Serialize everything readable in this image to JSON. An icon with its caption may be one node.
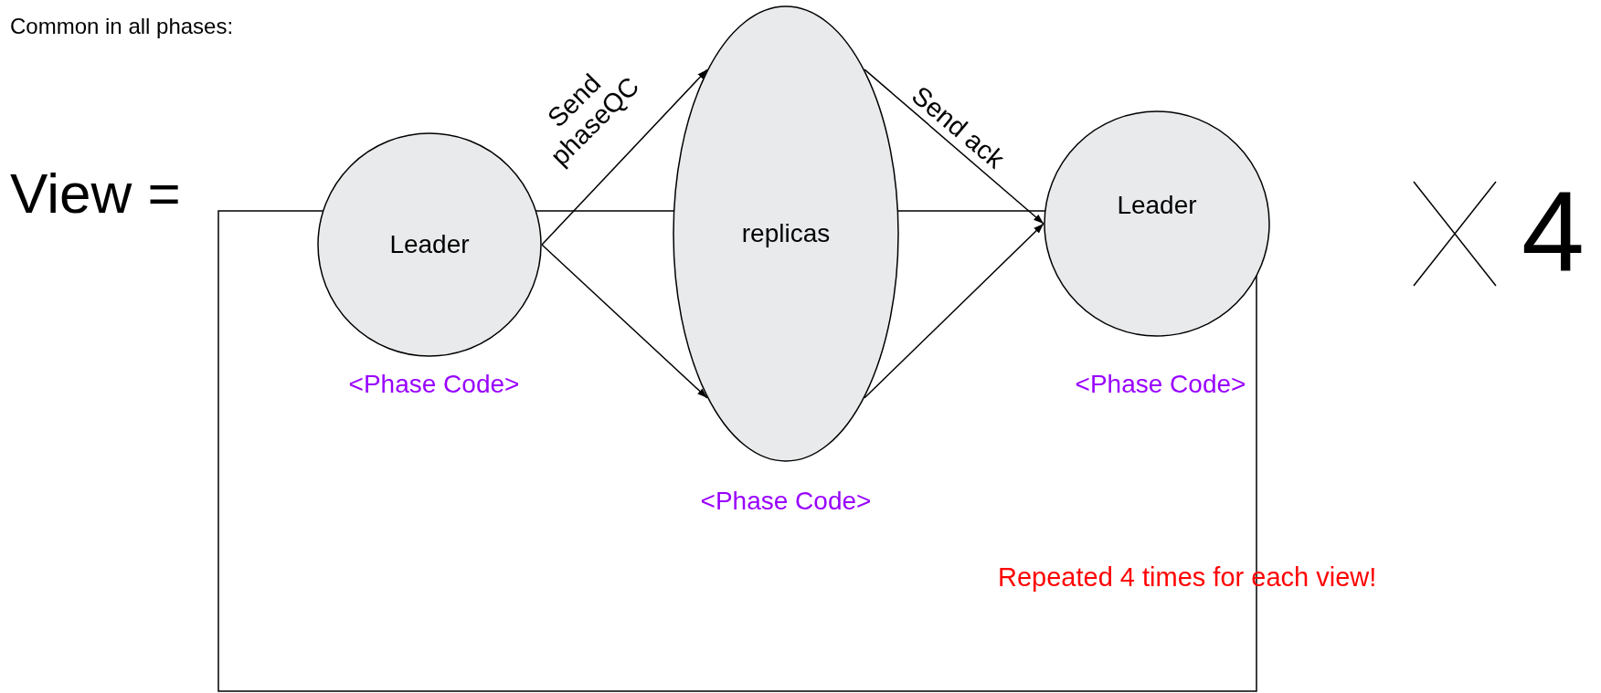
{
  "diagram": {
    "nodes": [
      {
        "text": [
          "Leader"
        ],
        "beside": [
          "<Phase Code>"
        ]
      },
      {
        "text": [
          "replicas"
        ],
        "beside": [
          "<Phase Code>"
        ]
      },
      {
        "text": [
          "Leader"
        ],
        "beside": [
          "<Phase Code>"
        ]
      }
    ],
    "edges": [
      {
        "from": 0,
        "to": 1,
        "arrow": "to",
        "label": "Send phaseQC"
      },
      {
        "from": 0,
        "to": 1,
        "arrow": "to"
      },
      {
        "from": 1,
        "to": 2,
        "arrow": "to",
        "label": "Send ack"
      },
      {
        "from": 1,
        "to": 2,
        "arrow": "to"
      }
    ],
    "labels": [
      "Common in all phases:",
      "View =",
      "4",
      "Repeated 4 times for each view!"
    ]
  }
}
